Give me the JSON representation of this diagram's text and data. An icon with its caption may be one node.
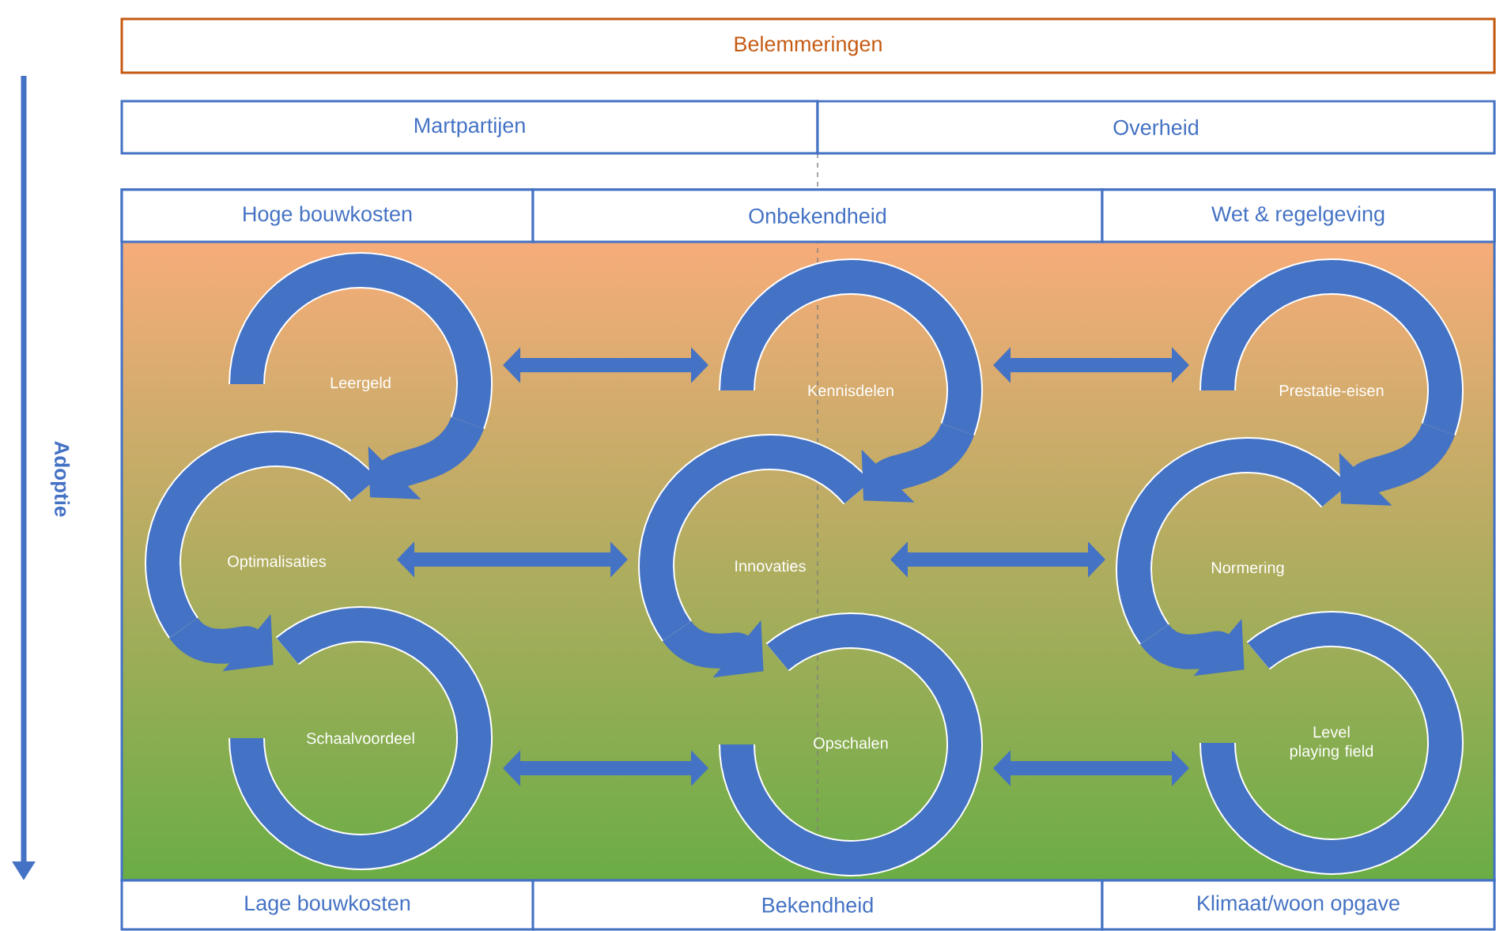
{
  "diagram": {
    "nodes": [
      {
        "text": [
          "Belemmeringen"
        ]
      },
      {
        "text": [
          "Martpartijen"
        ]
      },
      {
        "text": [
          "Overheid"
        ]
      },
      {
        "text": [
          "Hoge bouwkosten"
        ]
      },
      {
        "text": [
          "Onbekendheid"
        ]
      },
      {
        "text": [
          "Wet & regelgeving"
        ]
      },
      {
        "text": [
          "Leergeld"
        ]
      },
      {
        "text": [
          "Kennisdelen"
        ]
      },
      {
        "text": [
          "Prestatie-eisen"
        ]
      },
      {
        "text": [
          "Optimalisaties"
        ]
      },
      {
        "text": [
          "Innovaties"
        ]
      },
      {
        "text": [
          "Normering"
        ]
      },
      {
        "text": [
          "Schaalvoordeel"
        ]
      },
      {
        "text": [
          "Opschalen"
        ]
      },
      {
        "text": [
          "Level playing field"
        ]
      },
      {
        "text": [
          "Lage bouwkosten"
        ]
      },
      {
        "text": [
          "Bekendheid"
        ]
      },
      {
        "text": [
          "Klimaat/woon opgave"
        ]
      }
    ],
    "edges": [
      {
        "from": 6,
        "to": 7,
        "arrow": "both"
      },
      {
        "from": 7,
        "to": 8,
        "arrow": "both"
      },
      {
        "from": 9,
        "to": 10,
        "arrow": "both"
      },
      {
        "from": 10,
        "to": 11,
        "arrow": "both"
      },
      {
        "from": 12,
        "to": 13,
        "arrow": "both"
      },
      {
        "from": 13,
        "to": 14,
        "arrow": "both"
      },
      {
        "from": 6,
        "to": 9,
        "arrow": "to",
        "style": "thick"
      },
      {
        "from": 9,
        "to": 12,
        "arrow": "to",
        "style": "thick"
      },
      {
        "from": 7,
        "to": 10,
        "arrow": "to",
        "style": "thick"
      },
      {
        "from": 10,
        "to": 13,
        "arrow": "to",
        "style": "thick"
      },
      {
        "from": 8,
        "to": 11,
        "arrow": "to",
        "style": "thick"
      },
      {
        "from": 11,
        "to": 14,
        "arrow": "to",
        "style": "thick"
      }
    ],
    "labels": [
      "Adoptie"
    ]
  }
}
